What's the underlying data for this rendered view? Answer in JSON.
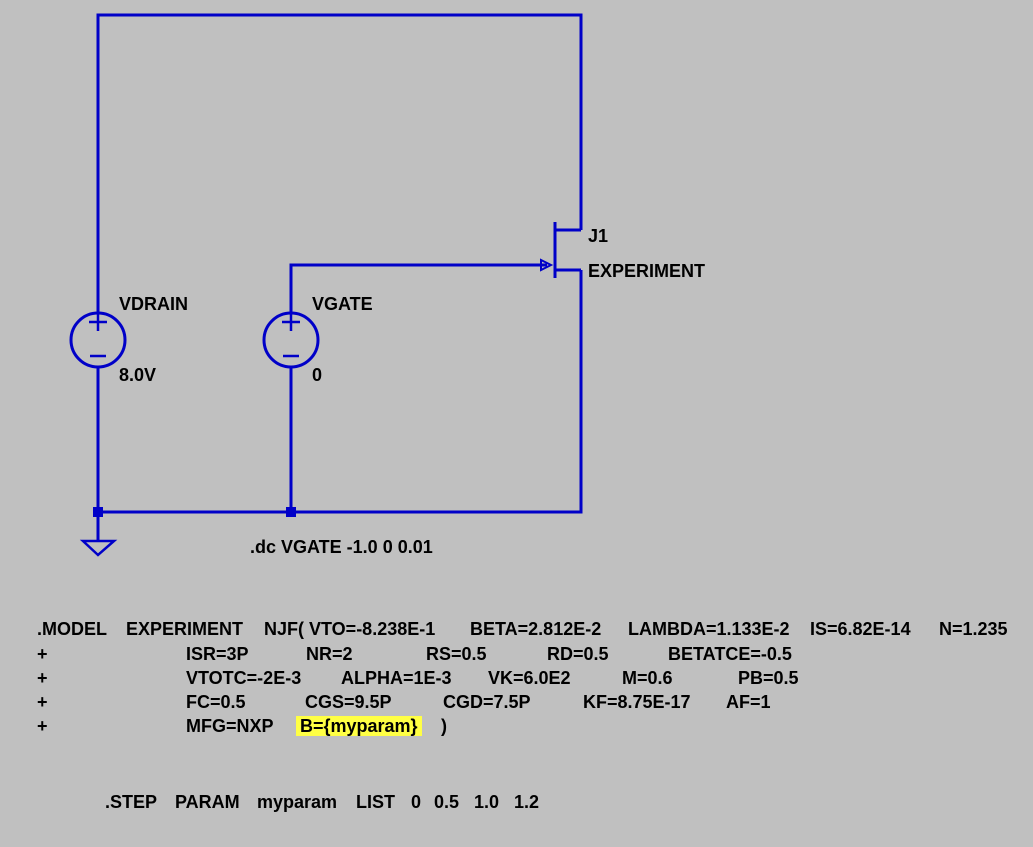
{
  "components": {
    "vdrain": {
      "name": "VDRAIN",
      "value": "8.0V"
    },
    "vgate": {
      "name": "VGATE",
      "value": "0"
    },
    "j1": {
      "name": "J1",
      "model": "EXPERIMENT"
    }
  },
  "directives": {
    "dc": ".dc VGATE -1.0 0 0.01",
    "model": [
      {
        "cols": [
          ".MODEL",
          "EXPERIMENT",
          "NJF( VTO=-8.238E-1",
          "BETA=2.812E-2",
          "LAMBDA=1.133E-2",
          "IS=6.82E-14",
          "N=1.235"
        ]
      },
      {
        "cols": [
          "+",
          "ISR=3P",
          "NR=2",
          "RS=0.5",
          "RD=0.5",
          "BETATCE=-0.5"
        ]
      },
      {
        "cols": [
          "+",
          "VTOTC=-2E-3",
          "ALPHA=1E-3",
          "VK=6.0E2",
          "M=0.6",
          "PB=0.5"
        ]
      },
      {
        "cols": [
          "+",
          "FC=0.5",
          "CGS=9.5P",
          "CGD=7.5P",
          "KF=8.75E-17",
          "AF=1"
        ]
      },
      {
        "cols": [
          "+",
          "MFG=NXP",
          "B={myparam}",
          ")"
        ]
      }
    ],
    "step": [
      ".STEP",
      "PARAM",
      "myparam",
      "LIST",
      "0",
      "0.5",
      "1.0",
      "1.2"
    ]
  },
  "colors": {
    "background": "#c0c0c0",
    "wire": "#0000c8",
    "highlight": "#ffff44",
    "text": "#000000"
  }
}
